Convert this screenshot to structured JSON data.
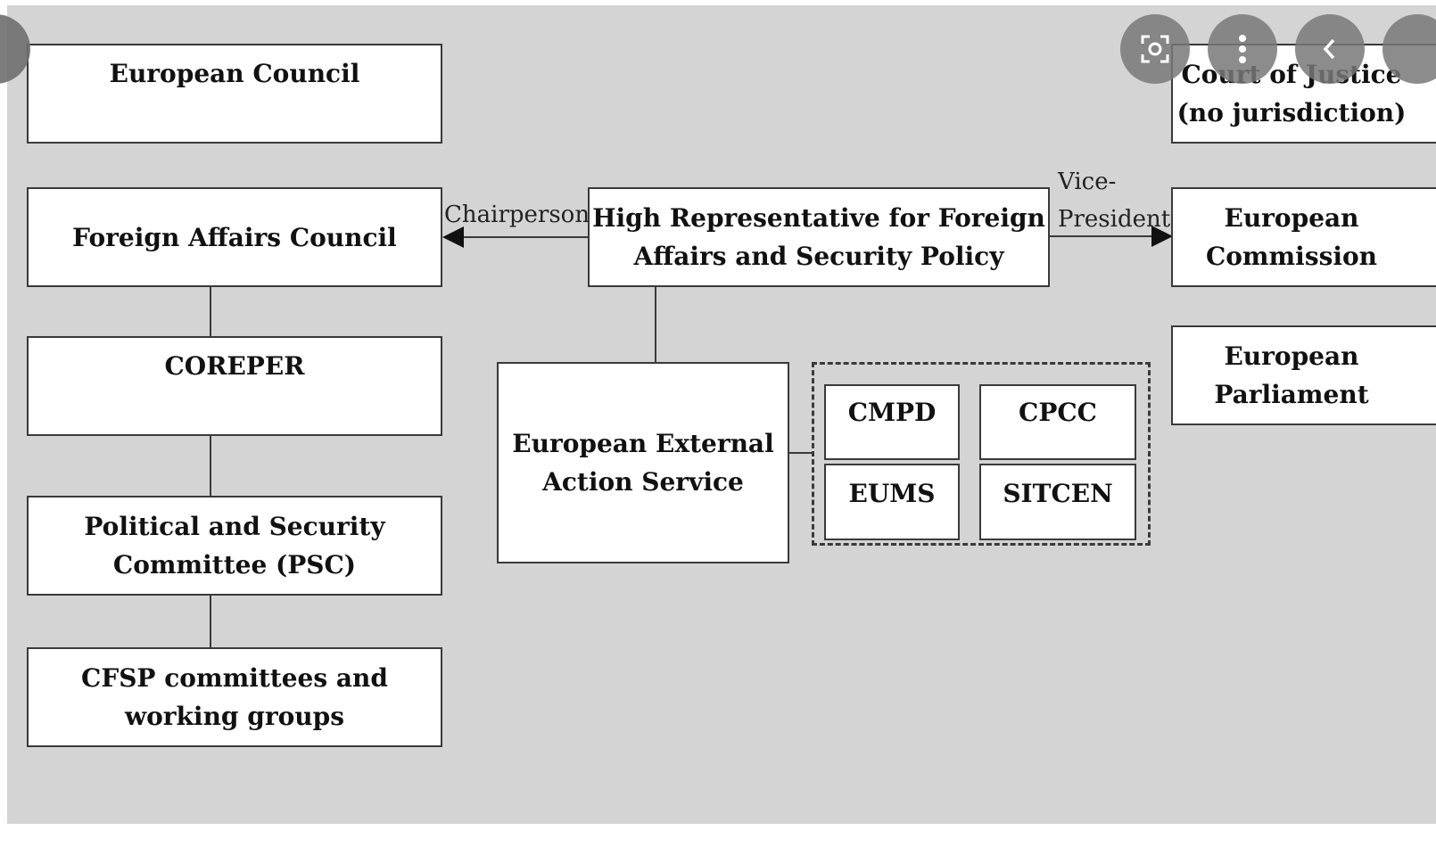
{
  "nodes": {
    "european_council": "European Council",
    "foreign_affairs_council": "Foreign Affairs Council",
    "coreper": "COREPER",
    "psc": "Political and Security\nCommittee (PSC)",
    "cfsp": "CFSP committees and\nworking groups",
    "high_rep": "High Representative for Foreign\nAffairs and Security Policy",
    "eeas": "European External\nAction Service",
    "cmpd": "CMPD",
    "cpcc": "CPCC",
    "eums": "EUMS",
    "sitcen": "SITCEN",
    "court_of_justice": "Court of Justice\n(no jurisdiction)",
    "european_commission": "European\nCommission",
    "european_parliament": "European\nParliament"
  },
  "edges": {
    "chairperson": "Chairperson",
    "vice_president": "Vice-\nPresident"
  },
  "overlay": {
    "lens_icon": "lens-icon",
    "more_icon": "more-vert-icon",
    "back_icon": "chevron-left-icon"
  }
}
